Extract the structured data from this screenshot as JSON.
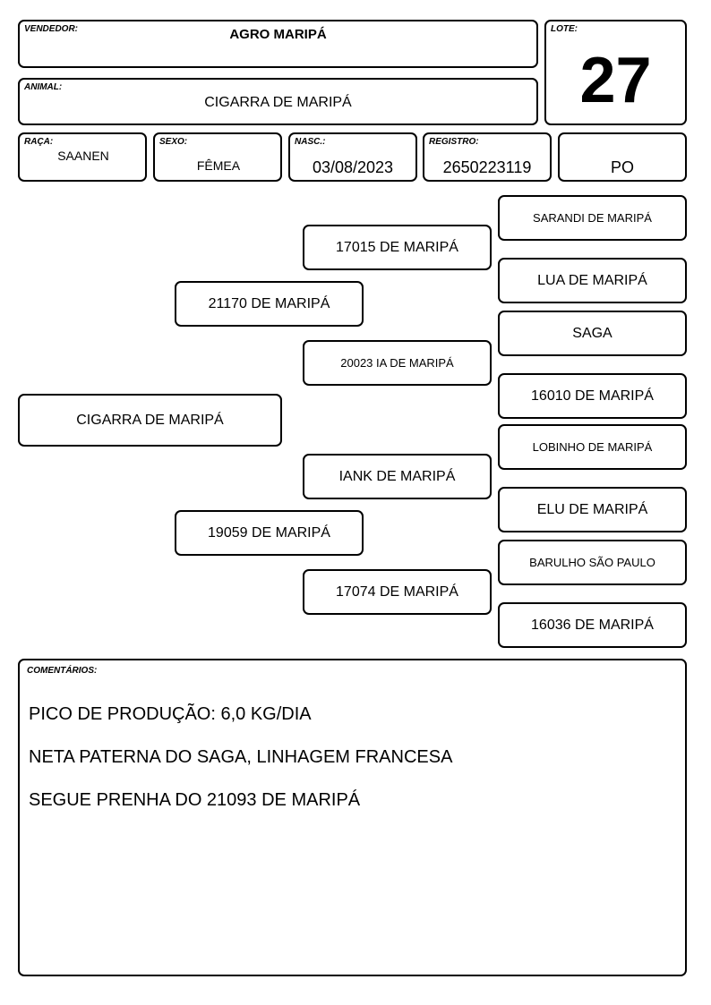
{
  "header": {
    "vendedor_label": "VENDEDOR:",
    "vendedor": "AGRO MARIPÁ",
    "lote_label": "LOTE:",
    "lote": "27",
    "animal_label": "ANIMAL:",
    "animal": "CIGARRA DE MARIPÁ"
  },
  "info": {
    "raca_label": "RAÇA:",
    "raca": "SAANEN",
    "sexo_label": "SEXO:",
    "sexo": "FÊMEA",
    "nasc_label": "NASC.:",
    "nasc": "03/08/2023",
    "registro_label": "REGISTRO:",
    "registro": "2650223119",
    "categoria": "PO"
  },
  "pedigree": {
    "animal": "CIGARRA DE MARIPÁ",
    "sire": "21170 DE MARIPÁ",
    "dam": "19059 DE MARIPÁ",
    "sire_sire": "17015 DE MARIPÁ",
    "sire_dam": "20023 IA DE MARIPÁ",
    "dam_sire": "IANK DE MARIPÁ",
    "dam_dam": "17074 DE MARIPÁ",
    "ggp": [
      "SARANDI DE MARIPÁ",
      "LUA DE MARIPÁ",
      "SAGA",
      "16010 DE MARIPÁ",
      "LOBINHO DE MARIPÁ",
      "ELU DE MARIPÁ",
      "BARULHO SÃO PAULO",
      "16036 DE MARIPÁ"
    ]
  },
  "comments": {
    "label": "COMENTÁRIOS:",
    "lines": [
      "PICO DE PRODUÇÃO: 6,0 KG/DIA",
      "NETA PATERNA DO SAGA, LINHAGEM FRANCESA",
      "SEGUE PRENHA DO 21093 DE MARIPÁ"
    ]
  }
}
